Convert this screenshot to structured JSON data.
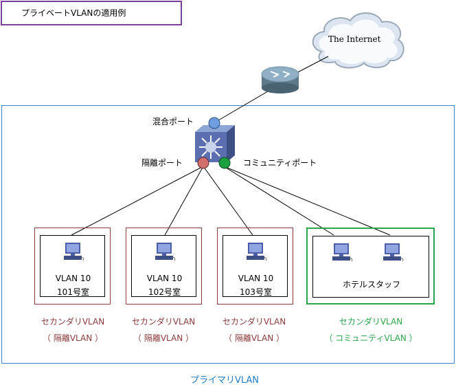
{
  "title": "プライベートVLANの適用例",
  "internet_label": "The Internet",
  "ports": {
    "promiscuous": "混合ポート",
    "isolated": "隔離ポート",
    "community": "コミュニティポート"
  },
  "primary_vlan_label": "プライマリVLAN",
  "groups": [
    {
      "line1": "VLAN 10",
      "line2": "101号室",
      "sec_line1": "セカンダリVLAN",
      "sec_line2": "（ 隔離VLAN ）"
    },
    {
      "line1": "VLAN 10",
      "line2": "102号室",
      "sec_line1": "セカンダリVLAN",
      "sec_line2": "（ 隔離VLAN ）"
    },
    {
      "line1": "VLAN 10",
      "line2": "103号室",
      "sec_line1": "セカンダリVLAN",
      "sec_line2": "（ 隔離VLAN ）"
    },
    {
      "line1": "ホテルスタッフ",
      "sec_line1": "セカンダリVLAN",
      "sec_line2": "（ コミュニティVLAN ）"
    }
  ],
  "colors": {
    "isolated": "#8b3a3a",
    "community": "#2aa64a",
    "primary": "#3a7fd0",
    "title_border": "#7b3f9e",
    "promiscuous_port": "#6f9ee0",
    "isolated_port": "#d06f6f",
    "community_port": "#1aa040"
  }
}
